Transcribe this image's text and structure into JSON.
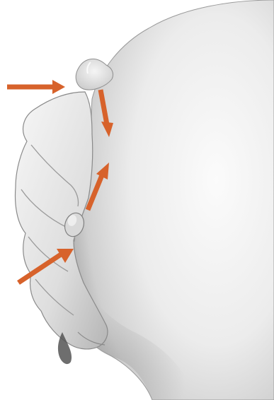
{
  "illustration": {
    "subject": "hand-supporting-breast",
    "colors": {
      "background": "#ffffff",
      "skin_light": "#f4f4f4",
      "skin_mid": "#dcdcdc",
      "skin_shadow": "#a9a9a9",
      "outline": "#8a8a8a",
      "arrow": "#d7622b"
    }
  },
  "arrows": [
    {
      "id": "arrow-top-horizontal",
      "direction": "right"
    },
    {
      "id": "arrow-top-downward",
      "direction": "down"
    },
    {
      "id": "arrow-middle-upward",
      "direction": "up-right"
    },
    {
      "id": "arrow-bottom-diagonal",
      "direction": "up-right"
    }
  ]
}
